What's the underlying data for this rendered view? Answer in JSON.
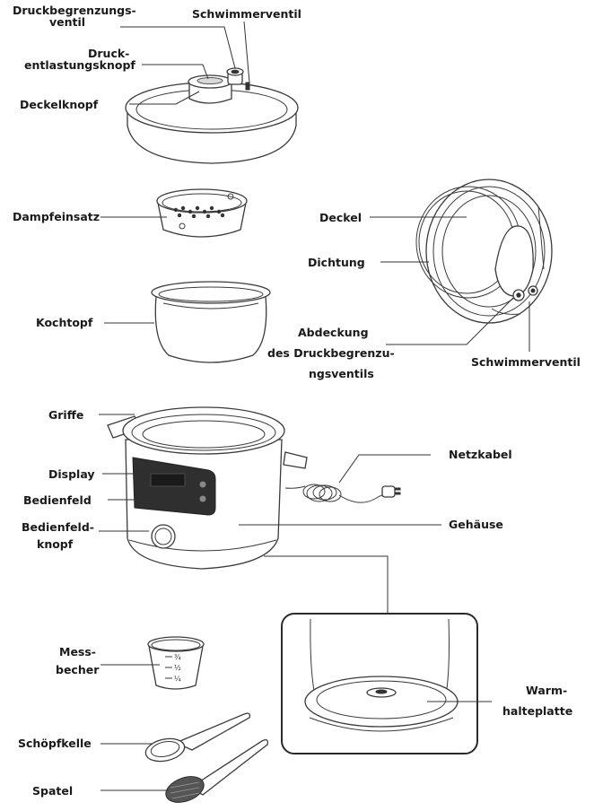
{
  "labels": {
    "druckbegrenzungsventil_1": "Druckbegrenzungs-",
    "druckbegrenzungsventil_2": "ventil",
    "schwimmerventil_top": "Schwimmerventil",
    "druckentlastungsknopf_1": "Druck-",
    "druckentlastungsknopf_2": "entlastungsknopf",
    "deckelknopf": "Deckelknopf",
    "dampfeinsatz": "Dampfeinsatz",
    "deckel": "Deckel",
    "dichtung": "Dichtung",
    "kochtopf": "Kochtopf",
    "abdeckung_1": "Abdeckung",
    "abdeckung_2": "des Druckbegrenzu-",
    "abdeckung_3": "ngsventils",
    "schwimmerventil_right": "Schwimmerventil",
    "griffe": "Griffe",
    "display": "Display",
    "bedienfeld": "Bedienfeld",
    "bedienfeldknopf_1": "Bedienfeld-",
    "bedienfeldknopf_2": "knopf",
    "netzkabel": "Netzkabel",
    "gehaeuse": "Gehäuse",
    "warmhalteplatte_1": "Warm-",
    "warmhalteplatte_2": "halteplatte",
    "messbecher_1": "Mess-",
    "messbecher_2": "becher",
    "schoepfkelle": "Schöpfkelle",
    "spatel": "Spatel"
  },
  "cup_marks": [
    "¼",
    "½",
    "¾"
  ]
}
